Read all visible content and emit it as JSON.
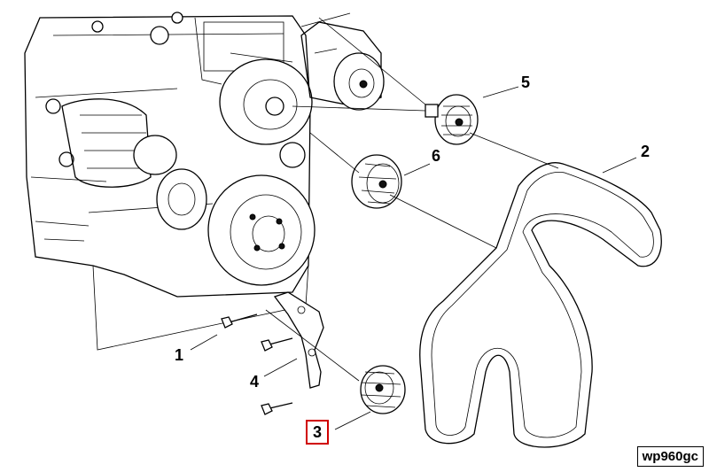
{
  "callouts": [
    {
      "id": "1",
      "label": "1",
      "highlighted": false
    },
    {
      "id": "2",
      "label": "2",
      "highlighted": false
    },
    {
      "id": "3",
      "label": "3",
      "highlighted": true
    },
    {
      "id": "4",
      "label": "4",
      "highlighted": false
    },
    {
      "id": "5",
      "label": "5",
      "highlighted": false
    },
    {
      "id": "6",
      "label": "6",
      "highlighted": false
    }
  ],
  "reference_code": "wp960gc",
  "highlight_color": "#d00000"
}
